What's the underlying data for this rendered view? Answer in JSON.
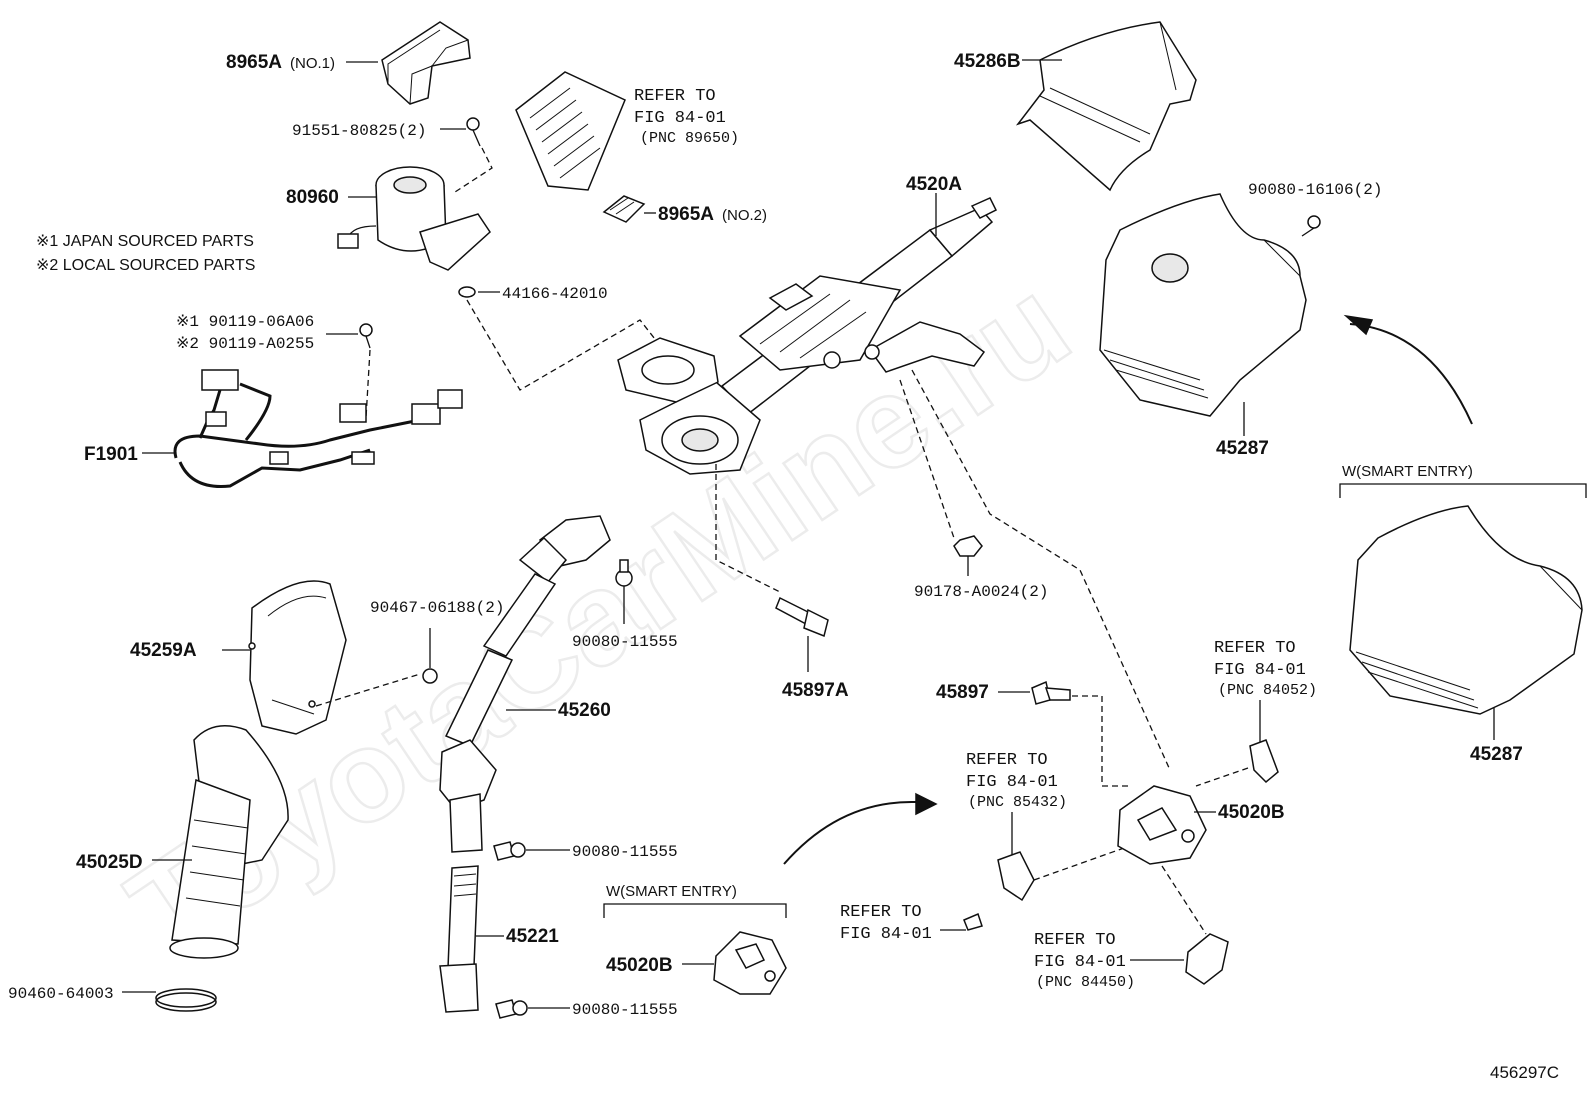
{
  "watermark": "ToyotaCarMine.ru",
  "figure_code": "456297C",
  "notes": {
    "japan": "※1 JAPAN SOURCED PARTS",
    "local": "※2 LOCAL SOURCED PARTS"
  },
  "labels": {
    "p8965A_no1": "8965A",
    "p8965A_no1_suffix": "(NO.1)",
    "p91551": "91551-80825(2)",
    "p80960": "80960",
    "p44166": "44166-42010",
    "p90119_1": "※1 90119-06A06",
    "p90119_2": "※2 90119-A0255",
    "pF1901": "F1901",
    "p8965A_no2": "8965A",
    "p8965A_no2_suffix": "(NO.2)",
    "p4520A": "4520A",
    "p45286B": "45286B",
    "p90080_16106": "90080-16106(2)",
    "p45287_a": "45287",
    "p45287_b": "45287",
    "p90467": "90467-06188(2)",
    "p45259A": "45259A",
    "p90080_11555_a": "90080-11555",
    "p45260": "45260",
    "p45897A": "45897A",
    "p90178": "90178-A0024(2)",
    "p45897": "45897",
    "p45025D": "45025D",
    "p90080_11555_b": "90080-11555",
    "p45221": "45221",
    "p90460": "90460-64003",
    "p90080_11555_c": "90080-11555",
    "p45020B_a": "45020B",
    "p45020B_b": "45020B"
  },
  "refs": {
    "ref89650": {
      "line1": "REFER TO",
      "line2": "FIG 84-01",
      "pnc": "(PNC 89650)"
    },
    "ref84052": {
      "line1": "REFER TO",
      "line2": "FIG 84-01",
      "pnc": "(PNC 84052)"
    },
    "ref85432": {
      "line1": "REFER TO",
      "line2": "FIG 84-01",
      "pnc": "(PNC 85432)"
    },
    "ref_plain": {
      "line1": "REFER TO",
      "line2": "FIG 84-01"
    },
    "ref84450": {
      "line1": "REFER TO",
      "line2": "FIG 84-01",
      "pnc": "(PNC 84450)"
    }
  },
  "groups": {
    "smart_entry_right": "W(SMART ENTRY)",
    "smart_entry_bottom": "W(SMART ENTRY)"
  }
}
